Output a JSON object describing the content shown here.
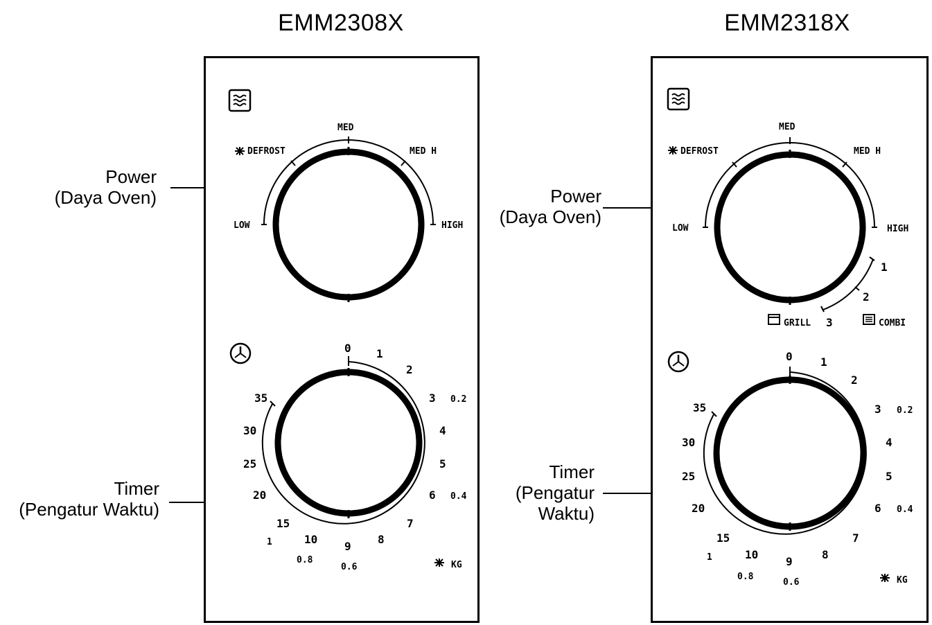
{
  "models": [
    {
      "title": "EMM2308X",
      "power_label": [
        "Power",
        "(Daya Oven)"
      ],
      "timer_label": [
        "Timer",
        "(Pengatur Waktu)"
      ],
      "power_dial": {
        "low": "LOW",
        "defrost": "DEFROST",
        "med": "MED",
        "med_h": "MED H",
        "high": "HIGH"
      },
      "timer_dial": {
        "minutes": [
          "0",
          "1",
          "2",
          "3",
          "4",
          "5",
          "6",
          "7",
          "8",
          "9",
          "10",
          "15",
          "20",
          "25",
          "30",
          "35"
        ],
        "kg": [
          "0.2",
          "0.4",
          "0.6",
          "0.8",
          "1"
        ],
        "kg_unit": "KG"
      }
    },
    {
      "title": "EMM2318X",
      "power_label": [
        "Power",
        "(Daya Oven)"
      ],
      "timer_label": [
        "Timer",
        "(Pengatur",
        "Waktu)"
      ],
      "power_dial": {
        "low": "LOW",
        "defrost": "DEFROST",
        "med": "MED",
        "med_h": "MED H",
        "high": "HIGH",
        "combi_steps": [
          "1",
          "2",
          "3"
        ],
        "grill": "GRILL",
        "combi": "COMBI"
      },
      "timer_dial": {
        "minutes": [
          "0",
          "1",
          "2",
          "3",
          "4",
          "5",
          "6",
          "7",
          "8",
          "9",
          "10",
          "15",
          "20",
          "25",
          "30",
          "35"
        ],
        "kg": [
          "0.2",
          "0.4",
          "0.6",
          "0.8",
          "1"
        ],
        "kg_unit": "KG"
      }
    }
  ],
  "icons": [
    "microwave-icon",
    "clock-icon",
    "snowflake-icon",
    "grill-icon",
    "combi-icon"
  ]
}
